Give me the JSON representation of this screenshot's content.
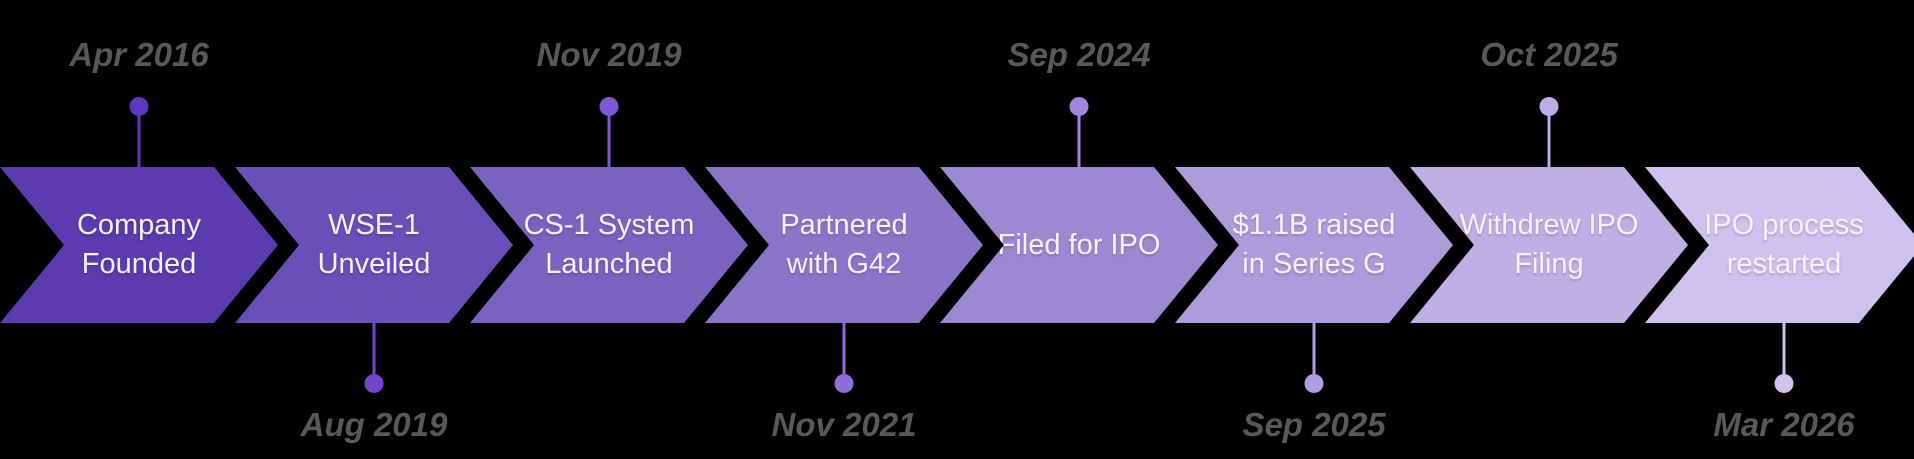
{
  "background": "#000000",
  "date_color": "#595959",
  "label_color": "#f5f2fb",
  "timeline": {
    "type": "milestone-timeline",
    "direction": "left-to-right",
    "shape": "chevron-arrows",
    "color_progression": "dark-violet to light-lavender"
  },
  "milestones": [
    {
      "label": "Company\nFounded",
      "date": "Apr 2016",
      "date_position": "top",
      "color": "#5b3bae",
      "accent": "#6136c2"
    },
    {
      "label": "WSE-1\nUnveiled",
      "date": "Aug 2019",
      "date_position": "bottom",
      "color": "#6b4eb7",
      "accent": "#7145ce"
    },
    {
      "label": "CS-1 System\nLaunched",
      "date": "Nov 2019",
      "date_position": "top",
      "color": "#7c62c0",
      "accent": "#8158d4"
    },
    {
      "label": "Partnered\nwith G42",
      "date": "Nov 2021",
      "date_position": "bottom",
      "color": "#8c75c9",
      "accent": "#906bda"
    },
    {
      "label": "Filed for IPO",
      "date": "Sep 2024",
      "date_position": "top",
      "color": "#9d88d2",
      "accent": "#a285de"
    },
    {
      "label": "$1.1B raised\nin Series G",
      "date": "Sep 2025",
      "date_position": "bottom",
      "color": "#ad9cdc",
      "accent": "#b29ce4"
    },
    {
      "label": "Withdrew IPO\nFiling",
      "date": "Oct 2025",
      "date_position": "top",
      "color": "#beafe5",
      "accent": "#bdabea"
    },
    {
      "label": "IPO process\nrestarted",
      "date": "Mar 2026",
      "date_position": "bottom",
      "color": "#cec2ee",
      "accent": "#cfc3f0"
    }
  ]
}
